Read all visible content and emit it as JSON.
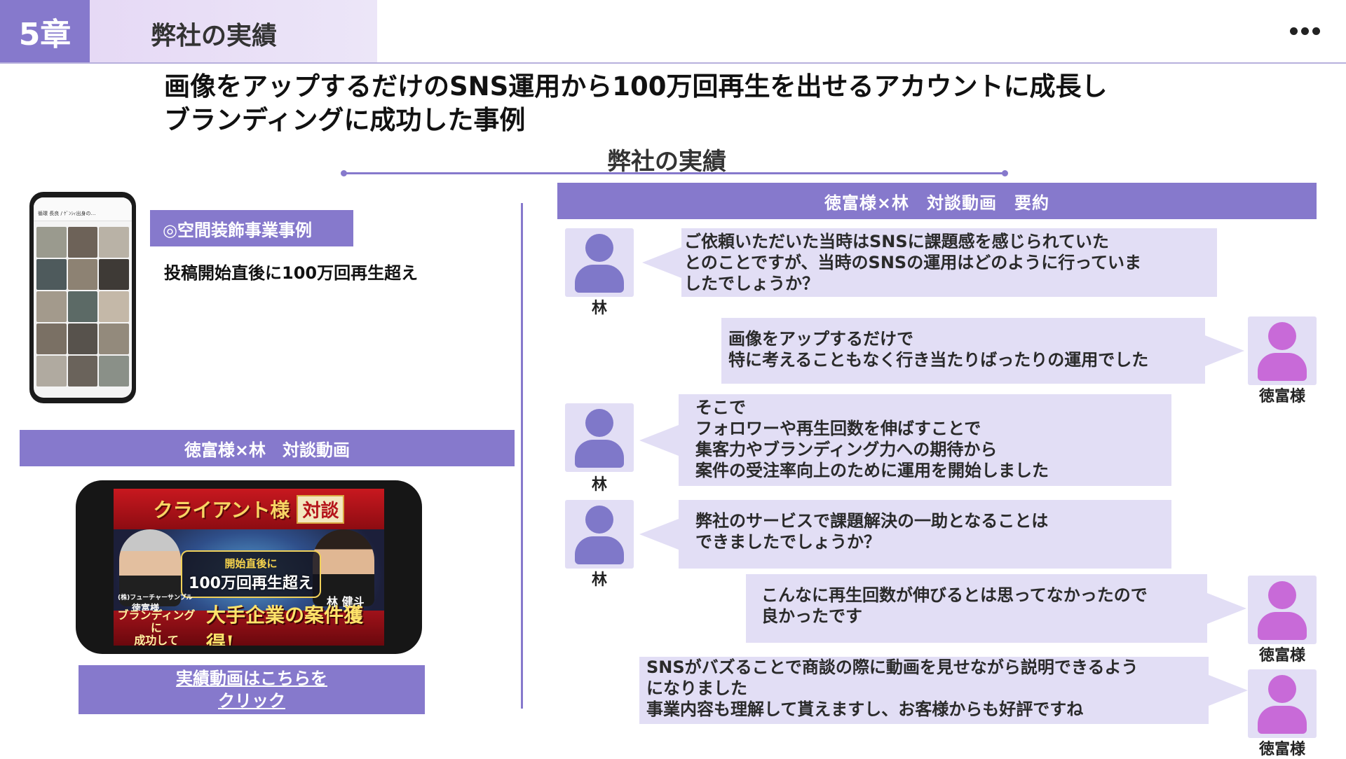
{
  "header": {
    "chapter": "5章",
    "title": "弊社の実績"
  },
  "headline": {
    "line1": "画像をアップするだけのSNS運用から100万回再生を出せるアカウントに成長し",
    "line2": "ブランディングに成功した事例"
  },
  "section_title": "弊社の実績",
  "left": {
    "phone_header": "循環 長良 / ｹﾞﾝｼｨ出身の…",
    "case_tag": "◎空間装飾事業事例",
    "case_desc": "投稿開始直後に100万回再生超え",
    "video_bar": "徳富様×林　対談動画",
    "video": {
      "banner_text": "クライアント様",
      "banner_box": "対談",
      "overlay_line1": "開始直後に",
      "overlay_line2": "100万回再生超え",
      "left_company": "(株)フューチャーサンプル",
      "left_name": "徳富様",
      "right_name": "林 健斗",
      "bottom_small1": "ブランディングに",
      "bottom_small2": "成功して",
      "bottom_big": "大手企業の案件獲得!"
    },
    "link_button": {
      "line1": "実績動画はこちらを",
      "line2": "クリック"
    }
  },
  "right": {
    "bar_title": "徳富様×林　対談動画　要約",
    "speakers": {
      "hayashi": "林",
      "tokutomi": "徳富様"
    },
    "messages": [
      {
        "speaker": "hayashi",
        "lines": [
          "ご依頼いただいた当時はSNSに課題感を感じられていた",
          "とのことですが、当時のSNSの運用はどのように行っていま",
          "したでしょうか？"
        ]
      },
      {
        "speaker": "tokutomi",
        "lines": [
          "画像をアップするだけで",
          "特に考えることもなく行き当たりばったりの運用でした"
        ]
      },
      {
        "speaker": "hayashi",
        "lines": [
          "そこで",
          "フォロワーや再生回数を伸ばすことで",
          "集客力やブランディング力への期待から",
          "案件の受注率向上のために運用を開始しました"
        ]
      },
      {
        "speaker": "hayashi",
        "lines": [
          "弊社のサービスで課題解決の一助となることは",
          "できましたでしょうか？"
        ]
      },
      {
        "speaker": "tokutomi",
        "lines": [
          "こんなに再生回数が伸びるとは思ってなかったので",
          "良かったです"
        ]
      },
      {
        "speaker": "tokutomi",
        "lines": [
          "SNSがバズることで商談の際に動画を見せながら説明できるよう",
          "になりました",
          "事業内容も理解して貰えますし、お客様からも好評ですね"
        ]
      }
    ]
  },
  "colors": {
    "accent": "#8679cc",
    "bubble": "#e2def5",
    "hayashi_avatar": "#7f78c9",
    "tokutomi_avatar": "#c86ad8"
  }
}
